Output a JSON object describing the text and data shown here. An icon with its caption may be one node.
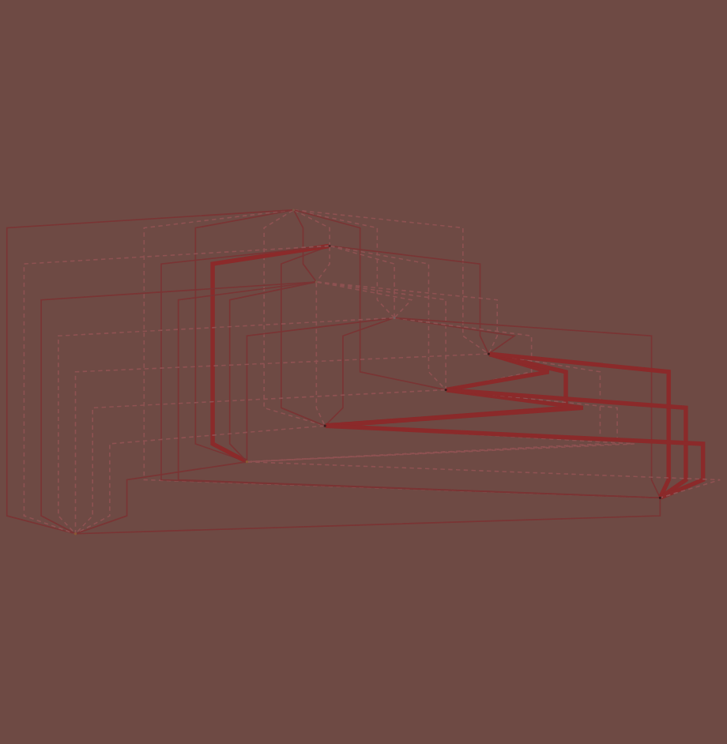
{
  "diagram": {
    "nodes": [
      {
        "text": [],
        "shape": "circle"
      },
      {
        "text": [],
        "shape": "circle"
      },
      {
        "text": [],
        "shape": "circle"
      },
      {
        "text": [],
        "shape": "circle"
      },
      {
        "text": [],
        "shape": "circle"
      },
      {
        "text": [],
        "shape": "circle"
      },
      {
        "text": [],
        "shape": "circle"
      },
      {
        "text": [],
        "shape": "circle"
      },
      {
        "text": [],
        "shape": "circle"
      },
      {
        "text": [],
        "shape": "circle"
      }
    ],
    "edges": [
      {
        "from": 0,
        "to": 1,
        "arrow": "none",
        "style": "dashed"
      },
      {
        "from": 0,
        "to": 2,
        "arrow": "none"
      },
      {
        "from": 0,
        "to": 3,
        "arrow": "none",
        "style": "dashed"
      },
      {
        "from": 0,
        "to": 4,
        "arrow": "none",
        "style": "dashed"
      },
      {
        "from": 0,
        "to": 5,
        "arrow": "none"
      },
      {
        "from": 0,
        "to": 6,
        "arrow": "none",
        "style": "dashed"
      },
      {
        "from": 0,
        "to": 7,
        "arrow": "none"
      },
      {
        "from": 0,
        "to": 8,
        "arrow": "none",
        "style": "dashed"
      },
      {
        "from": 0,
        "to": 9,
        "arrow": "none"
      },
      {
        "from": 1,
        "to": 2,
        "arrow": "none",
        "style": "dashed"
      },
      {
        "from": 1,
        "to": 3,
        "arrow": "none",
        "style": "dashed"
      },
      {
        "from": 1,
        "to": 4,
        "arrow": "none"
      },
      {
        "from": 1,
        "to": 5,
        "arrow": "none",
        "style": "dashed"
      },
      {
        "from": 1,
        "to": 6,
        "arrow": "none"
      },
      {
        "from": 1,
        "to": 7,
        "arrow": "none",
        "style": "thick",
        "color": "#8b2a2a"
      },
      {
        "from": 1,
        "to": 8,
        "arrow": "none"
      },
      {
        "from": 1,
        "to": 9,
        "arrow": "none",
        "style": "dashed"
      },
      {
        "from": 2,
        "to": 3,
        "arrow": "none",
        "style": "dashed"
      },
      {
        "from": 2,
        "to": 4,
        "arrow": "none",
        "style": "dashed"
      },
      {
        "from": 2,
        "to": 5,
        "arrow": "none",
        "style": "dashed"
      },
      {
        "from": 2,
        "to": 6,
        "arrow": "none",
        "style": "dashed"
      },
      {
        "from": 2,
        "to": 7,
        "arrow": "none"
      },
      {
        "from": 2,
        "to": 8,
        "arrow": "none"
      },
      {
        "from": 2,
        "to": 9,
        "arrow": "none"
      },
      {
        "from": 3,
        "to": 4,
        "arrow": "none"
      },
      {
        "from": 3,
        "to": 5,
        "arrow": "none",
        "style": "dashed"
      },
      {
        "from": 3,
        "to": 6,
        "arrow": "none"
      },
      {
        "from": 3,
        "to": 7,
        "arrow": "none"
      },
      {
        "from": 3,
        "to": 8,
        "arrow": "none"
      },
      {
        "from": 3,
        "to": 9,
        "arrow": "none",
        "style": "dashed"
      },
      {
        "from": 4,
        "to": 5,
        "arrow": "none",
        "style": "thick",
        "color": "#8b2a2a"
      },
      {
        "from": 4,
        "to": 6,
        "arrow": "none",
        "style": "thick",
        "color": "#8b2a2a"
      },
      {
        "from": 4,
        "to": 7,
        "arrow": "none",
        "style": "dashed"
      },
      {
        "from": 4,
        "to": 8,
        "arrow": "none",
        "style": "thick",
        "color": "#8b2a2a"
      },
      {
        "from": 4,
        "to": 9,
        "arrow": "none",
        "style": "dashed"
      },
      {
        "from": 5,
        "to": 6,
        "arrow": "none",
        "style": "thick",
        "color": "#8b2a2a"
      },
      {
        "from": 5,
        "to": 7,
        "arrow": "none",
        "style": "dashed"
      },
      {
        "from": 5,
        "to": 8,
        "arrow": "none",
        "style": "thick",
        "color": "#8b2a2a"
      },
      {
        "from": 5,
        "to": 9,
        "arrow": "none",
        "style": "dashed"
      },
      {
        "from": 6,
        "to": 7,
        "arrow": "none",
        "style": "dashed"
      },
      {
        "from": 6,
        "to": 8,
        "arrow": "none",
        "style": "thick",
        "color": "#8b2a2a"
      },
      {
        "from": 6,
        "to": 9,
        "arrow": "none",
        "style": "dashed"
      },
      {
        "from": 7,
        "to": 8,
        "arrow": "none",
        "style": "dashed"
      },
      {
        "from": 7,
        "to": 9,
        "arrow": "none"
      },
      {
        "from": 8,
        "to": 9,
        "arrow": "none"
      }
    ]
  }
}
